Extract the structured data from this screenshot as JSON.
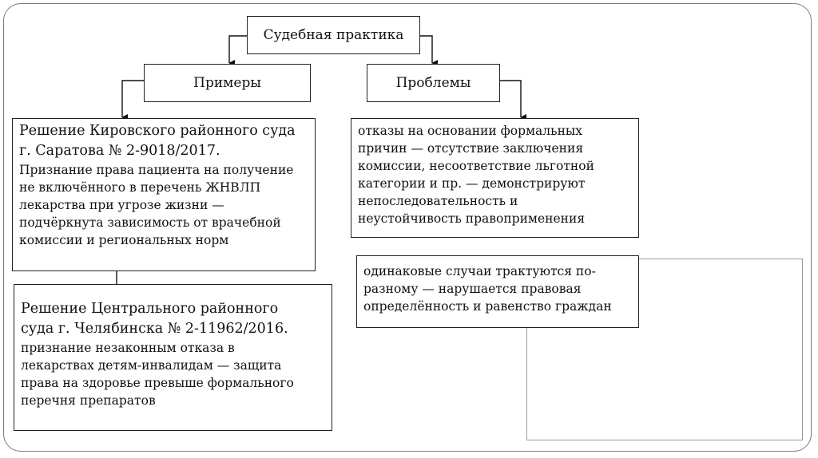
{
  "root": {
    "label": "Судебная практика"
  },
  "examples": {
    "label": "Примеры",
    "case1": {
      "title_line1": "Решение Кировского районного суда",
      "title_line2": "г. Саратова № 2-9018/2017.",
      "body": [
        "Признание права пациента на получение",
        "не включённого в перечень ЖНВЛП",
        "лекарства при угрозе жизни —",
        "подчёркнута зависимость от врачебной",
        "комиссии и региональных норм"
      ]
    },
    "case2": {
      "title_line1": "Решение Центрального районного",
      "title_line2": "суда г. Челябинска № 2-11962/2016.",
      "body": [
        "признание незаконным отказа в",
        "лекарствах детям-инвалидам — защита",
        "права на здоровье превыше формального",
        "перечня препаратов"
      ]
    }
  },
  "problems": {
    "label": "Проблемы",
    "item1": [
      "отказы на основании формальных",
      "причин — отсутствие заключения",
      "комиссии, несоответствие льготной",
      "категории и пр. — демонстрируют",
      "непоследовательность и",
      "неустойчивость правоприменения"
    ],
    "item2": [
      "одинаковые случаи трактуются по-",
      "разному — нарушается правовая",
      "определённость и равенство граждан"
    ]
  }
}
